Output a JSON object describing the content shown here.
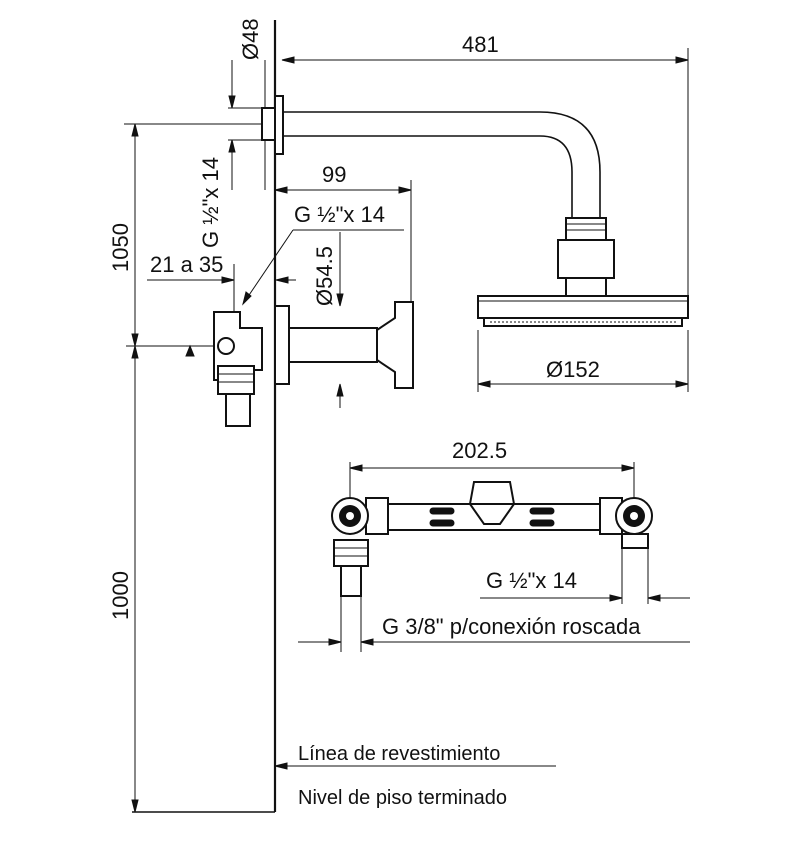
{
  "dimensions": {
    "d48": "Ø48",
    "d481": "481",
    "thread_arm": "G ½\"x 14",
    "d99": "99",
    "thread_valve": "G ½\"x 14",
    "d1050": "1050",
    "range_21_35": "21 a 35",
    "d54_5": "Ø54.5",
    "d152": "Ø152",
    "d202_5": "202.5",
    "thread_outlet": "G ½\"x 14",
    "thread_inlet": "G 3/8\" p/conexión roscada",
    "d1000": "1000"
  },
  "labels": {
    "wall_line": "Línea de revestimiento",
    "floor_level": "Nivel de piso terminado"
  }
}
